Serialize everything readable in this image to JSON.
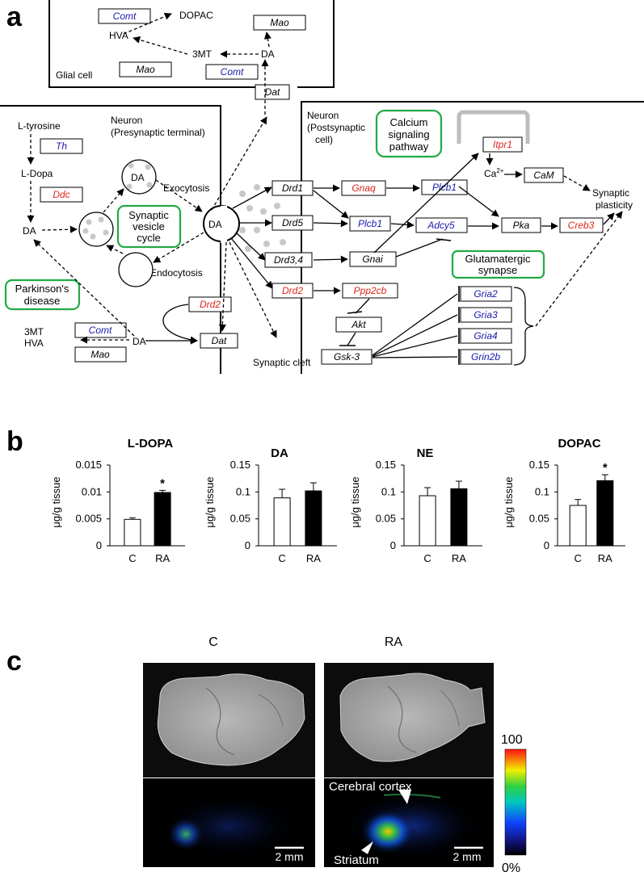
{
  "panels": {
    "a": "a",
    "b": "b",
    "c": "c"
  },
  "colors": {
    "blue_gene": "#1a1aaa",
    "red_gene": "#e0241b",
    "pathway_box": "#22aa44",
    "vesicle_dot": "#c8c8c8"
  },
  "diagram": {
    "glial": {
      "label": "Glial cell",
      "dopac": "DOPAC",
      "hva": "HVA",
      "mt3": "3MT",
      "da": "DA",
      "comt1": "Comt",
      "mao1": "Mao",
      "mao2": "Mao",
      "comt2": "Comt",
      "dat": "Dat"
    },
    "pre": {
      "title1": "Neuron",
      "title2": "(Presynaptic terminal)",
      "ltyrosine": "L-tyrosine",
      "th": "Th",
      "ldopa": "L-Dopa",
      "ddc": "Ddc",
      "da": "DA",
      "ves_da": "DA",
      "exocytosis": "Exocytosis",
      "endocytosis": "Endocytosis",
      "svc1": "Synaptic",
      "svc2": "vesicle",
      "svc3": "cycle",
      "pd1": "Parkinson's",
      "pd2": "disease",
      "mt3": "3MT",
      "hva": "HVA",
      "da2": "DA",
      "comt": "Comt",
      "mao": "Mao",
      "drd2": "Drd2",
      "dat": "Dat"
    },
    "cleft": {
      "da": "DA",
      "label": "Synaptic cleft"
    },
    "post": {
      "title1": "Neuron",
      "title2": "(Postsynaptic",
      "title3": "cell)",
      "csp1": "Calcium",
      "csp2": "signaling",
      "csp3": "pathway",
      "itpr1": "Itpr1",
      "ca": "Ca",
      "ca_sup": "2+",
      "cam": "CaM",
      "sp1": "Synaptic",
      "sp2": "plasticity",
      "drd1": "Drd1",
      "drd5": "Drd5",
      "drd34": "Drd3,4",
      "drd2": "Drd2",
      "gnaq": "Gnaq",
      "plcb1a": "Plcb1",
      "plcb1b": "Plcb1",
      "adcy5": "Adcy5",
      "pka": "Pka",
      "creb3": "Creb3",
      "gnai": "Gnai",
      "ppp2cb": "Ppp2cb",
      "akt": "Akt",
      "gsk3": "Gsk-3",
      "glu1": "Glutamatergic",
      "glu2": "synapse",
      "gria2": "Gria2",
      "gria3": "Gria3",
      "gria4": "Gria4",
      "grin2b": "Grin2b"
    }
  },
  "chart_data": [
    {
      "type": "bar",
      "title": "L-DOPA",
      "ylabel": "μg/g tissue",
      "categories": [
        "C",
        "RA"
      ],
      "values": [
        0.0049,
        0.0099
      ],
      "errors": [
        0.0003,
        0.0004
      ],
      "ylim": [
        0,
        0.015
      ],
      "yticks": [
        "0",
        "0.005",
        "0.01",
        "0.015"
      ],
      "significance": [
        "",
        "*"
      ],
      "fills": [
        "#ffffff",
        "#000000"
      ]
    },
    {
      "type": "bar",
      "title": "DA",
      "ylabel": "μg/g tissue",
      "categories": [
        "C",
        "RA"
      ],
      "values": [
        0.089,
        0.102
      ],
      "errors": [
        0.016,
        0.015
      ],
      "ylim": [
        0,
        0.15
      ],
      "yticks": [
        "0",
        "0.05",
        "0.1",
        "0.15"
      ],
      "significance": [
        "",
        ""
      ],
      "fills": [
        "#ffffff",
        "#000000"
      ]
    },
    {
      "type": "bar",
      "title": "NE",
      "ylabel": "μg/g tissue",
      "categories": [
        "C",
        "RA"
      ],
      "values": [
        0.093,
        0.106
      ],
      "errors": [
        0.015,
        0.014
      ],
      "ylim": [
        0,
        0.15
      ],
      "yticks": [
        "0",
        "0.05",
        "0.1",
        "0.15"
      ],
      "significance": [
        "",
        ""
      ],
      "fills": [
        "#ffffff",
        "#000000"
      ]
    },
    {
      "type": "bar",
      "title": "DOPAC",
      "ylabel": "μg/g tissue",
      "categories": [
        "C",
        "RA"
      ],
      "values": [
        0.075,
        0.121
      ],
      "errors": [
        0.011,
        0.011
      ],
      "ylim": [
        0,
        0.15
      ],
      "yticks": [
        "0",
        "0.05",
        "0.1",
        "0.15"
      ],
      "significance": [
        "",
        "*"
      ],
      "fills": [
        "#ffffff",
        "#000000"
      ]
    }
  ],
  "imaging": {
    "label_c": "C",
    "label_ra": "RA",
    "scalebar": "2 mm",
    "cortex": "Cerebral cortex",
    "striatum": "Striatum",
    "colorbar_max": "100",
    "colorbar_min": "0%"
  }
}
